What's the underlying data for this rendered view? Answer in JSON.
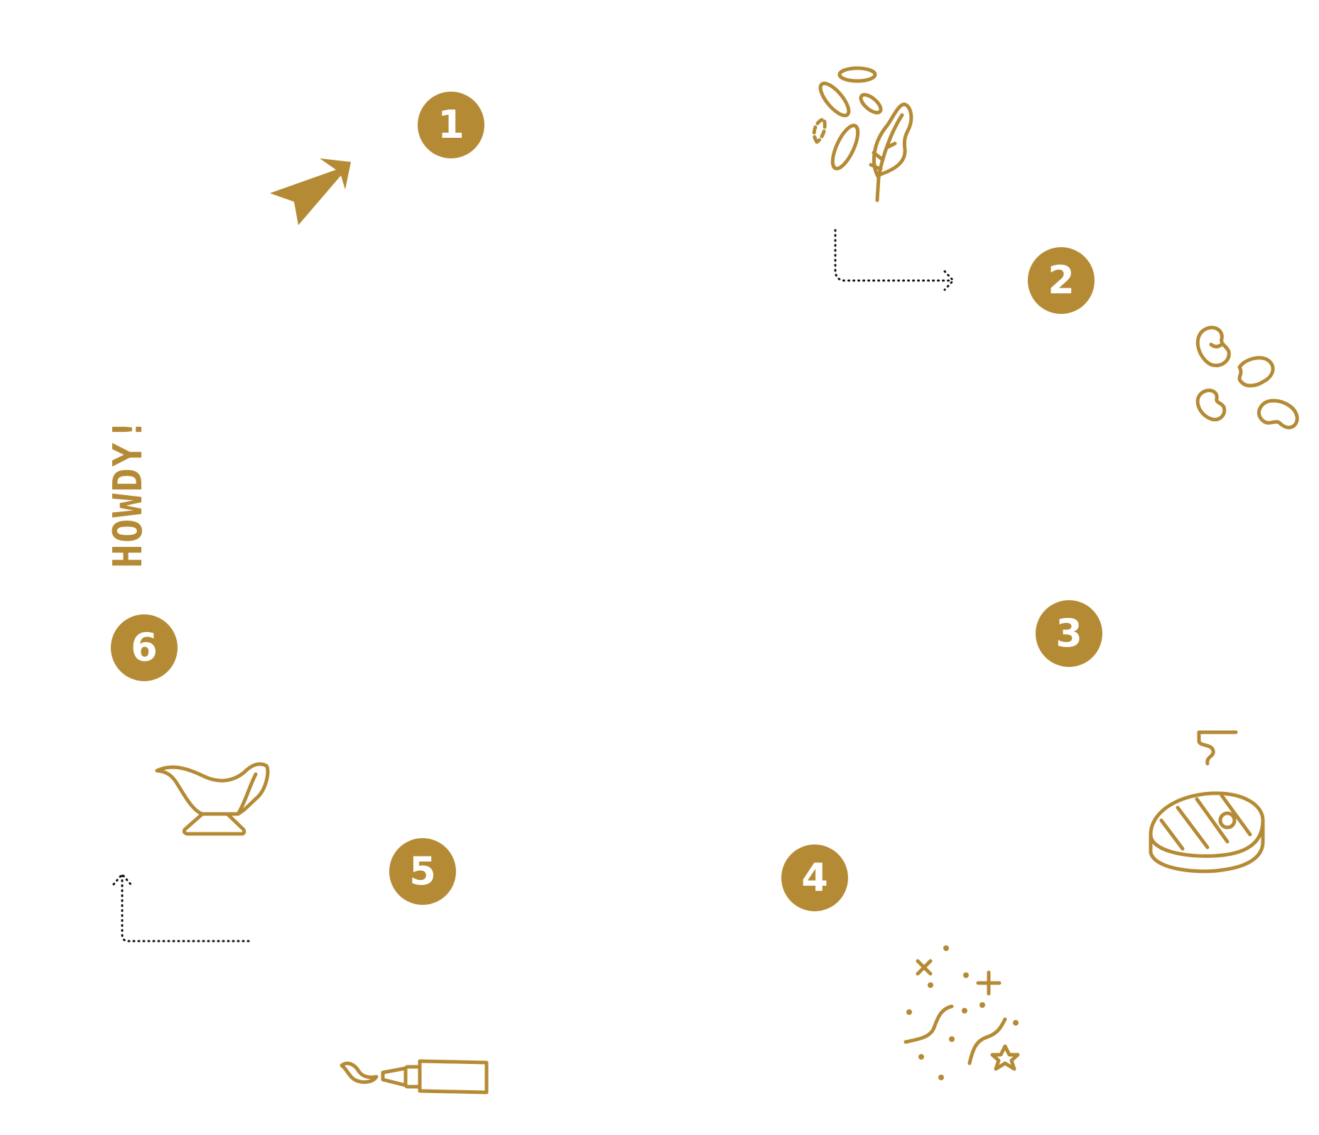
{
  "greeting": "HOWDY!",
  "steps": [
    {
      "number": "1"
    },
    {
      "number": "2"
    },
    {
      "number": "3"
    },
    {
      "number": "4"
    },
    {
      "number": "5"
    },
    {
      "number": "6"
    }
  ],
  "icons": {
    "pointer": "pointer-arrow-icon",
    "leaves": "leaves-icon",
    "beans": "beans-icon",
    "steak": "steak-icon",
    "sprinkles": "sprinkles-icon",
    "sauce_bottle": "sauce-bottle-icon",
    "gravy_boat": "gravy-boat-icon"
  },
  "colors": {
    "accent": "#b58a34",
    "connector": "#111111",
    "background": "#ffffff"
  }
}
